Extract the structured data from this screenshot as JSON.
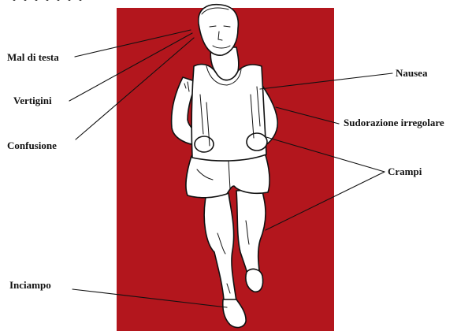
{
  "colors": {
    "panel": "#b3161d",
    "ink": "#111111",
    "body": "#ffffff"
  },
  "figure": {
    "subject": "runner-illustration"
  },
  "labels": {
    "headache": "Mal di testa",
    "dizziness": "Vertigini",
    "confusion": "Confusione",
    "nausea": "Nausea",
    "sweating": "Sudorazione irregolare",
    "cramps": "Crampi",
    "stumbling": "Inciampo"
  }
}
